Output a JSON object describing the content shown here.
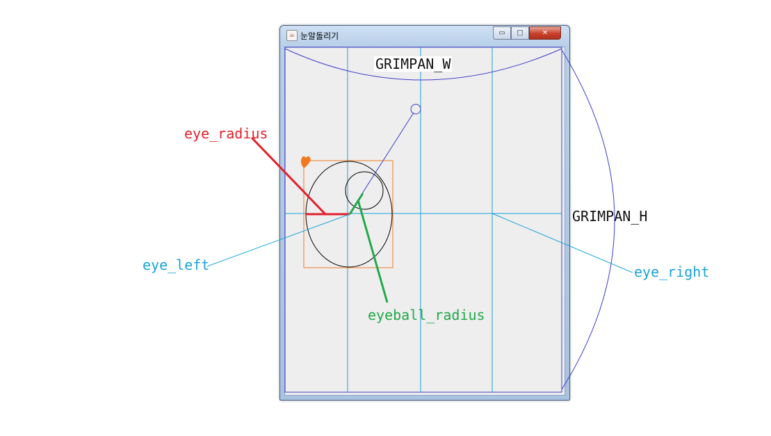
{
  "window": {
    "title": "눈알돌리기",
    "controls": {
      "minimize": "▭",
      "maximize": "▢",
      "close": "✕"
    }
  },
  "annotations": {
    "grimpan_w": "GRIMPAN_W",
    "grimpan_h": "GRIMPAN_H",
    "eye_radius": "eye_radius",
    "eye_left": "eye_left",
    "eye_right": "eye_right",
    "eyeball_radius": "eyeball_radius"
  },
  "colors": {
    "red": "#e0202a",
    "cyan": "#19a3d6",
    "green": "#21a84a",
    "orange": "#f07a22",
    "navy": "#3c3cc8",
    "black": "#000000"
  }
}
